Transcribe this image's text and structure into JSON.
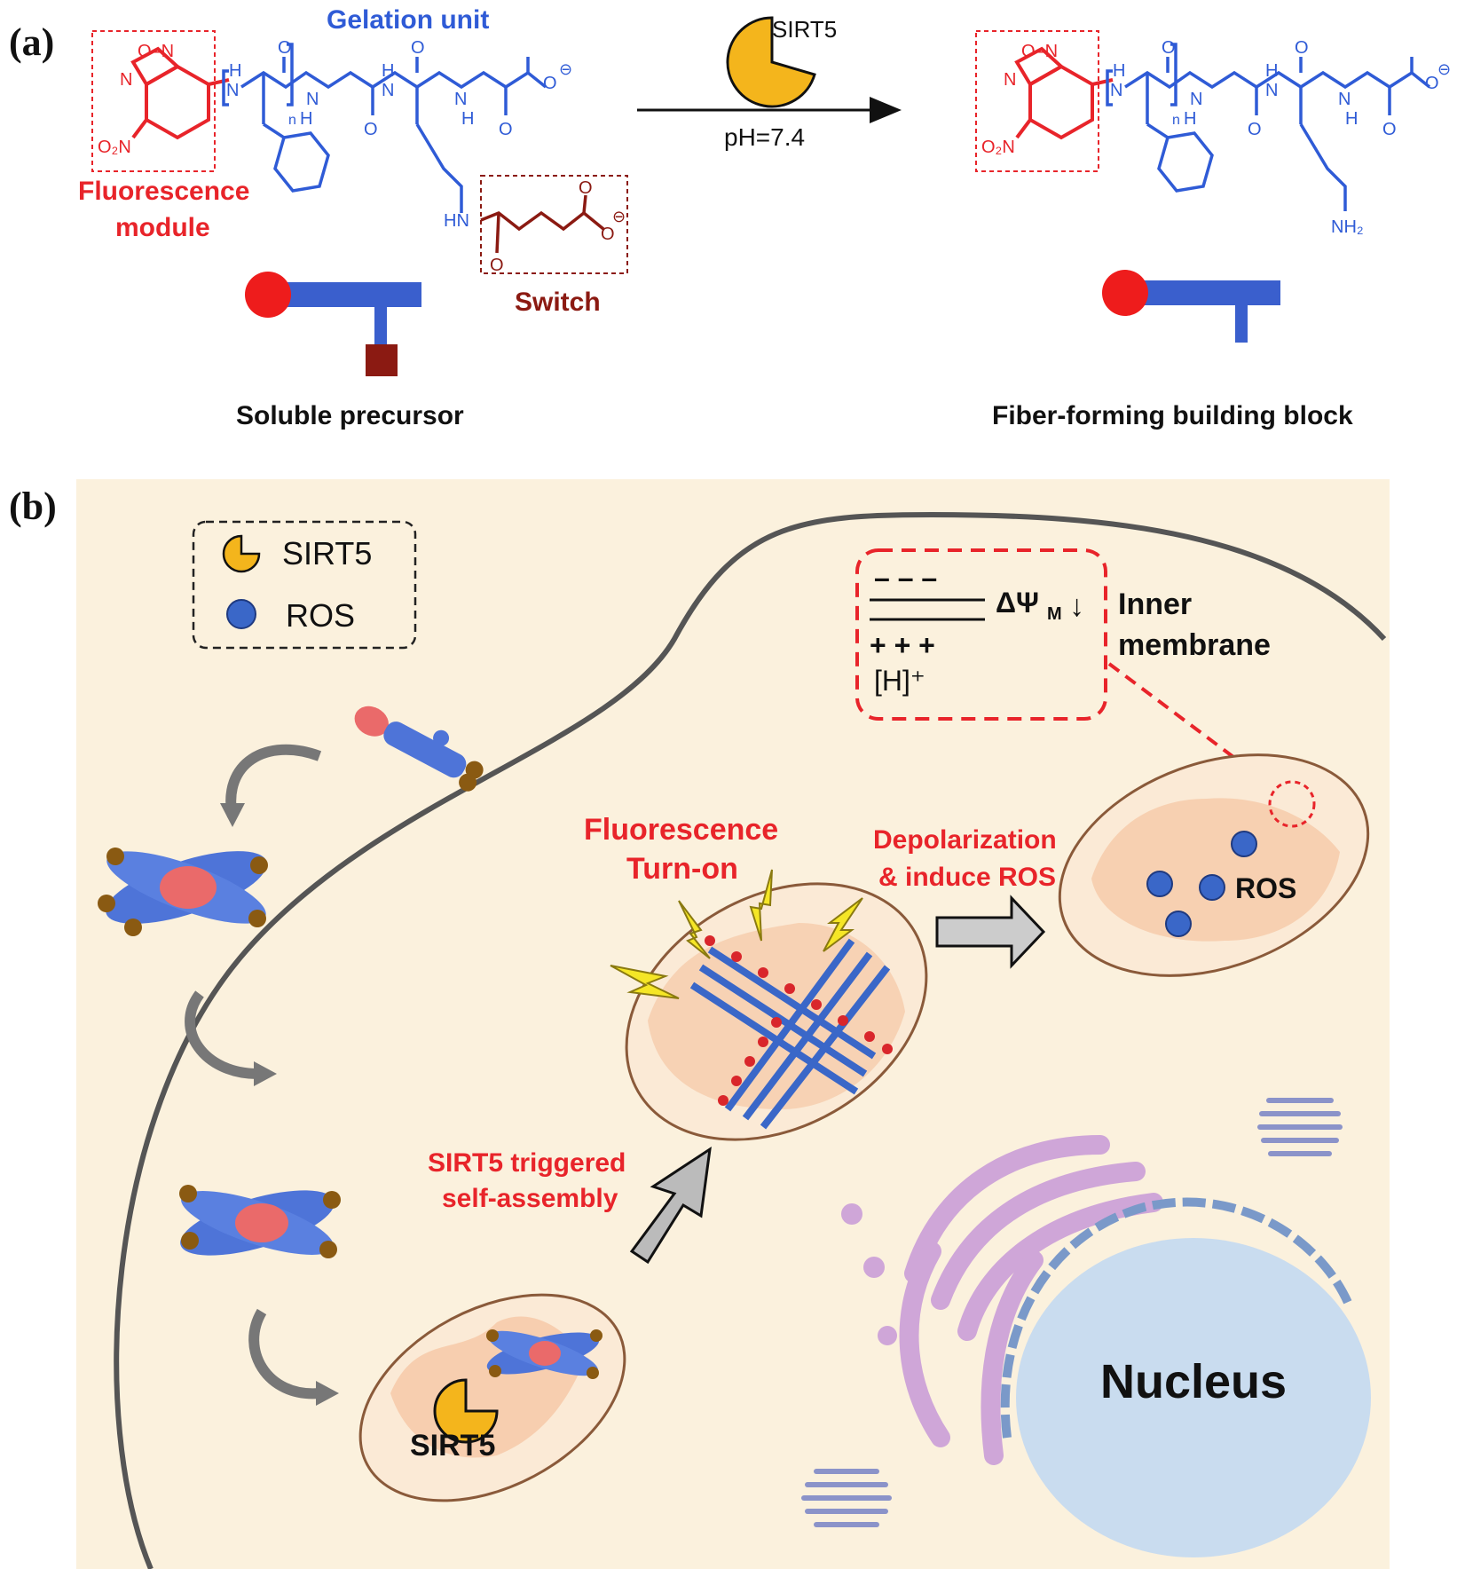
{
  "panel_a": {
    "label": "(a)",
    "gelation_unit": "Gelation unit",
    "fluorescence_module": [
      "Fluorescence",
      "module"
    ],
    "switch_label": "Switch",
    "enzyme": "SIRT5",
    "condition": "pH=7.4",
    "soluble_precursor": "Soluble precursor",
    "fiber_block": "Fiber-forming building block",
    "chem": {
      "o_n": "O–N",
      "n": "N",
      "o2n": "O₂N",
      "h": "H",
      "o": "O",
      "n_sub": "n",
      "nh": "NH",
      "hn": "HN",
      "nh2": "NH₂",
      "minus": "⊖"
    }
  },
  "panel_b": {
    "label": "(b)",
    "legend": {
      "sirt5": "SIRT5",
      "ros": "ROS"
    },
    "membrane_inset": {
      "minus_signs": "– – –",
      "plus_signs": "+ + +",
      "proton": "[H]⁺",
      "potential": "ΔΨ",
      "potential_sub": "M",
      "arrow_down": "↓",
      "title": [
        "Inner",
        "membrane"
      ]
    },
    "fluorescence_turn_on": [
      "Fluorescence",
      "Turn-on"
    ],
    "depolarization": [
      "Depolarization",
      "& induce ROS"
    ],
    "ros_label": "ROS",
    "sirt5_trigger": [
      "SIRT5 triggered",
      "self-assembly"
    ],
    "sirt5_label": "SIRT5",
    "nucleus": "Nucleus"
  },
  "colors": {
    "red": "#e8242a",
    "blue": "#2f5bd6",
    "dark_red": "#8b1a12",
    "cell_bg": "#fbf1dd",
    "mito_fill": "#fbead6",
    "mito_cristae": "#f6c9a8",
    "sirt5_yellow": "#f4b51c",
    "nucleus": "#c9dcef",
    "er_purple": "#cfa6d8",
    "golgi": "#8b93c9"
  }
}
